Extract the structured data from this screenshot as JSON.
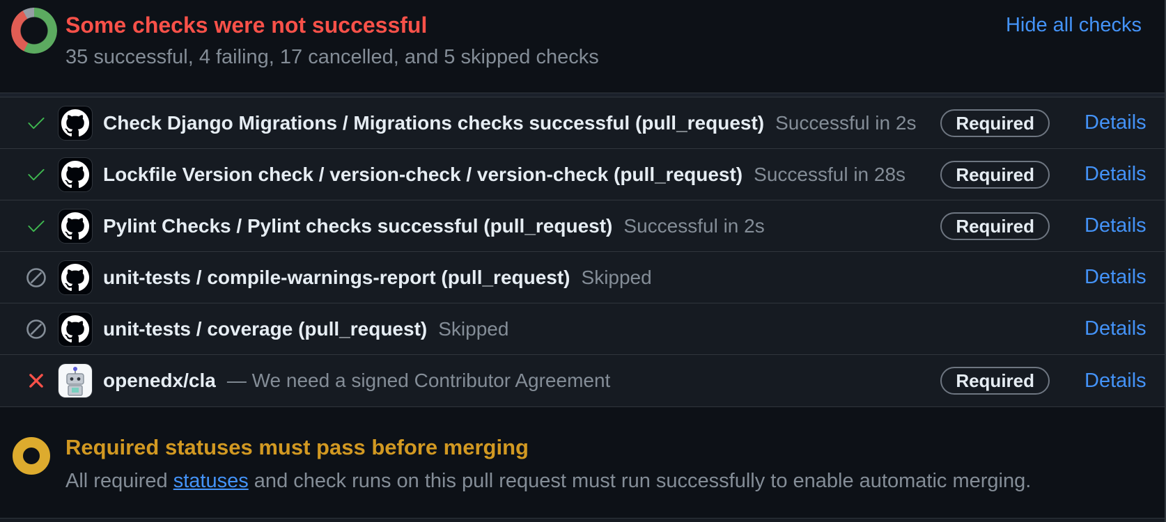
{
  "colors": {
    "accent_blue": "#4493f8",
    "danger_red": "#f85149",
    "success_green": "#3fb950",
    "skipped_gray": "#848d97",
    "attention_amber": "#d29922",
    "panel_bg": "#0d1117",
    "row_bg": "#161b22",
    "border": "#30363d"
  },
  "header": {
    "title": "Some checks were not successful",
    "summary": "35 successful, 4 failing, 17 cancelled, and 5 skipped checks",
    "hide_all_label": "Hide all checks",
    "donut": {
      "successful_pct": 57.4,
      "failed_cancelled_pct": 34.4,
      "skipped_pct": 8.2,
      "successful_color": "#5cab60",
      "failed_color": "#e05d54",
      "skipped_color": "#969da5"
    }
  },
  "labels": {
    "required": "Required",
    "details": "Details"
  },
  "checks": [
    {
      "status": "success",
      "avatar": "github-actions",
      "name": "Check Django Migrations / Migrations checks successful (pull_request)",
      "status_text": "Successful in 2s",
      "required": true
    },
    {
      "status": "success",
      "avatar": "github-actions",
      "name": "Lockfile Version check / version-check / version-check (pull_request)",
      "status_text": "Successful in 28s",
      "required": true
    },
    {
      "status": "success",
      "avatar": "github-actions",
      "name": "Pylint Checks / Pylint checks successful (pull_request)",
      "status_text": "Successful in 2s",
      "required": true
    },
    {
      "status": "skipped",
      "avatar": "github-actions",
      "name": "unit-tests / compile-warnings-report (pull_request)",
      "status_text": "Skipped",
      "required": false
    },
    {
      "status": "skipped",
      "avatar": "github-actions",
      "name": "unit-tests / coverage (pull_request)",
      "status_text": "Skipped",
      "required": false
    },
    {
      "status": "failed",
      "avatar": "cla-bot",
      "name": "openedx/cla",
      "status_text": "— We need a signed Contributor Agreement",
      "required": true
    }
  ],
  "merge_requirements": {
    "title": "Required statuses must pass before merging",
    "body_prefix": "All required ",
    "body_link": "statuses",
    "body_suffix": " and check runs on this pull request must run successfully to enable automatic merging."
  }
}
